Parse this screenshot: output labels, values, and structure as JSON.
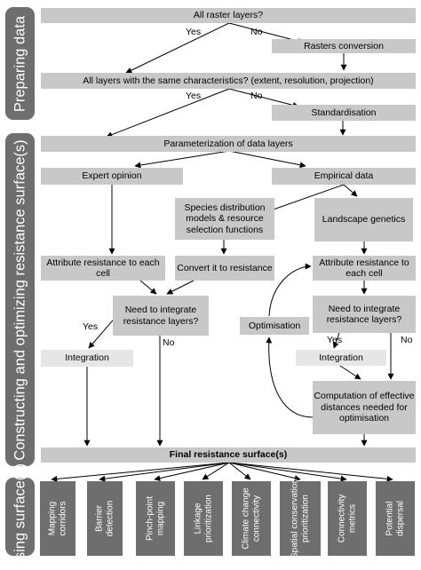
{
  "sections": {
    "preparing": "Preparing data",
    "constructing": "Constructing and optimizing resistance surface(s)",
    "using": "Using surface(s)"
  },
  "nodes": {
    "all_raster": "All raster layers?",
    "rasters_conversion": "Rasters conversion",
    "same_characteristics": "All layers with the same characteristics? (extent, resolution, projection)",
    "standardisation": "Standardisation",
    "parameterization": "Parameterization of data layers",
    "expert_opinion": "Expert opinion",
    "empirical_data": "Empirical data",
    "species_models": "Species distribution models & resource selection functions",
    "landscape_genetics": "Landscape genetics",
    "attribute_left": "Attribute resistance to each cell",
    "convert": "Convert it to resistance",
    "attribute_right": "Attribute resistance to each cell",
    "need_integrate_left": "Need to integrate resistance layers?",
    "need_integrate_right": "Need to integrate resistance layers?",
    "optimisation": "Optimisation",
    "integration_left": "Integration",
    "integration_right": "Integration",
    "computation": "Computation of effective distances needed for optimisation",
    "final": "Final resistance surface(s)"
  },
  "labels": {
    "yes1": "Yes",
    "no1": "No",
    "yes2": "Yes",
    "no2": "No",
    "yes3": "Yes",
    "no3": "No",
    "yes4": "Yes",
    "no4": "No"
  },
  "uses": [
    "Mapping corridors",
    "Barrier detection",
    "Pinch-point mapping",
    "Linkage prioritization",
    "Climate change connectivity",
    "Spatial conservation prioritization",
    "Connectivity metrics",
    "Potential dispersal"
  ],
  "colors": {
    "box": "#c8c8c8",
    "light_box": "#e6e6e6",
    "sidebar": "#6e6e6e"
  }
}
